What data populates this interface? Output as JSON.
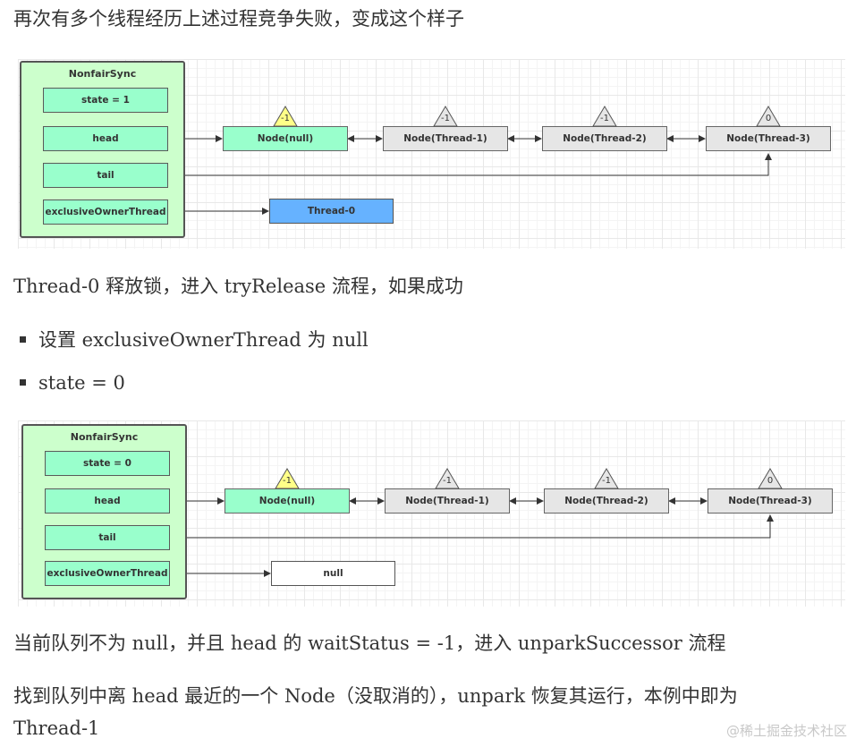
{
  "paragraphs": {
    "p1": "再次有多个线程经历上述过程竞争失败，变成这个样子",
    "p2": "Thread-0 释放锁，进入 tryRelease 流程，如果成功",
    "p3": "当前队列不为 null，并且 head 的 waitStatus = -1，进入 unparkSuccessor 流程",
    "p4_line1": "找到队列中离 head 最近的一个 Node（没取消的），unpark 恢复其运行，本例中即为",
    "p4_line2": "Thread-1"
  },
  "bullets": [
    "设置 exclusiveOwnerThread 为 null",
    "state = 0"
  ],
  "diagram1": {
    "title": "NonfairSync",
    "fields": {
      "state": "state = 1",
      "head": "head",
      "tail": "tail",
      "owner": "exclusiveOwnerThread"
    },
    "nodes": [
      "Node(null)",
      "Node(Thread-1)",
      "Node(Thread-2)",
      "Node(Thread-3)"
    ],
    "wait_status": [
      "-1",
      "-1",
      "-1",
      "0"
    ],
    "owner_value": "Thread-0",
    "owner_color": "#66b2ff"
  },
  "diagram2": {
    "title": "NonfairSync",
    "fields": {
      "state": "state = 0",
      "head": "head",
      "tail": "tail",
      "owner": "exclusiveOwnerThread"
    },
    "nodes": [
      "Node(null)",
      "Node(Thread-1)",
      "Node(Thread-2)",
      "Node(Thread-3)"
    ],
    "wait_status": [
      "-1",
      "-1",
      "-1",
      "0"
    ],
    "owner_value": "null",
    "owner_color": "#ffffff"
  },
  "colors": {
    "sync_bg": "#ccffcc",
    "field_bg": "#99ffcc",
    "node_gray": "#e6e6e6",
    "triangle_head": "#ffff88",
    "triangle_other": "#e6e6e6"
  },
  "watermark": "@稀土掘金技术社区"
}
